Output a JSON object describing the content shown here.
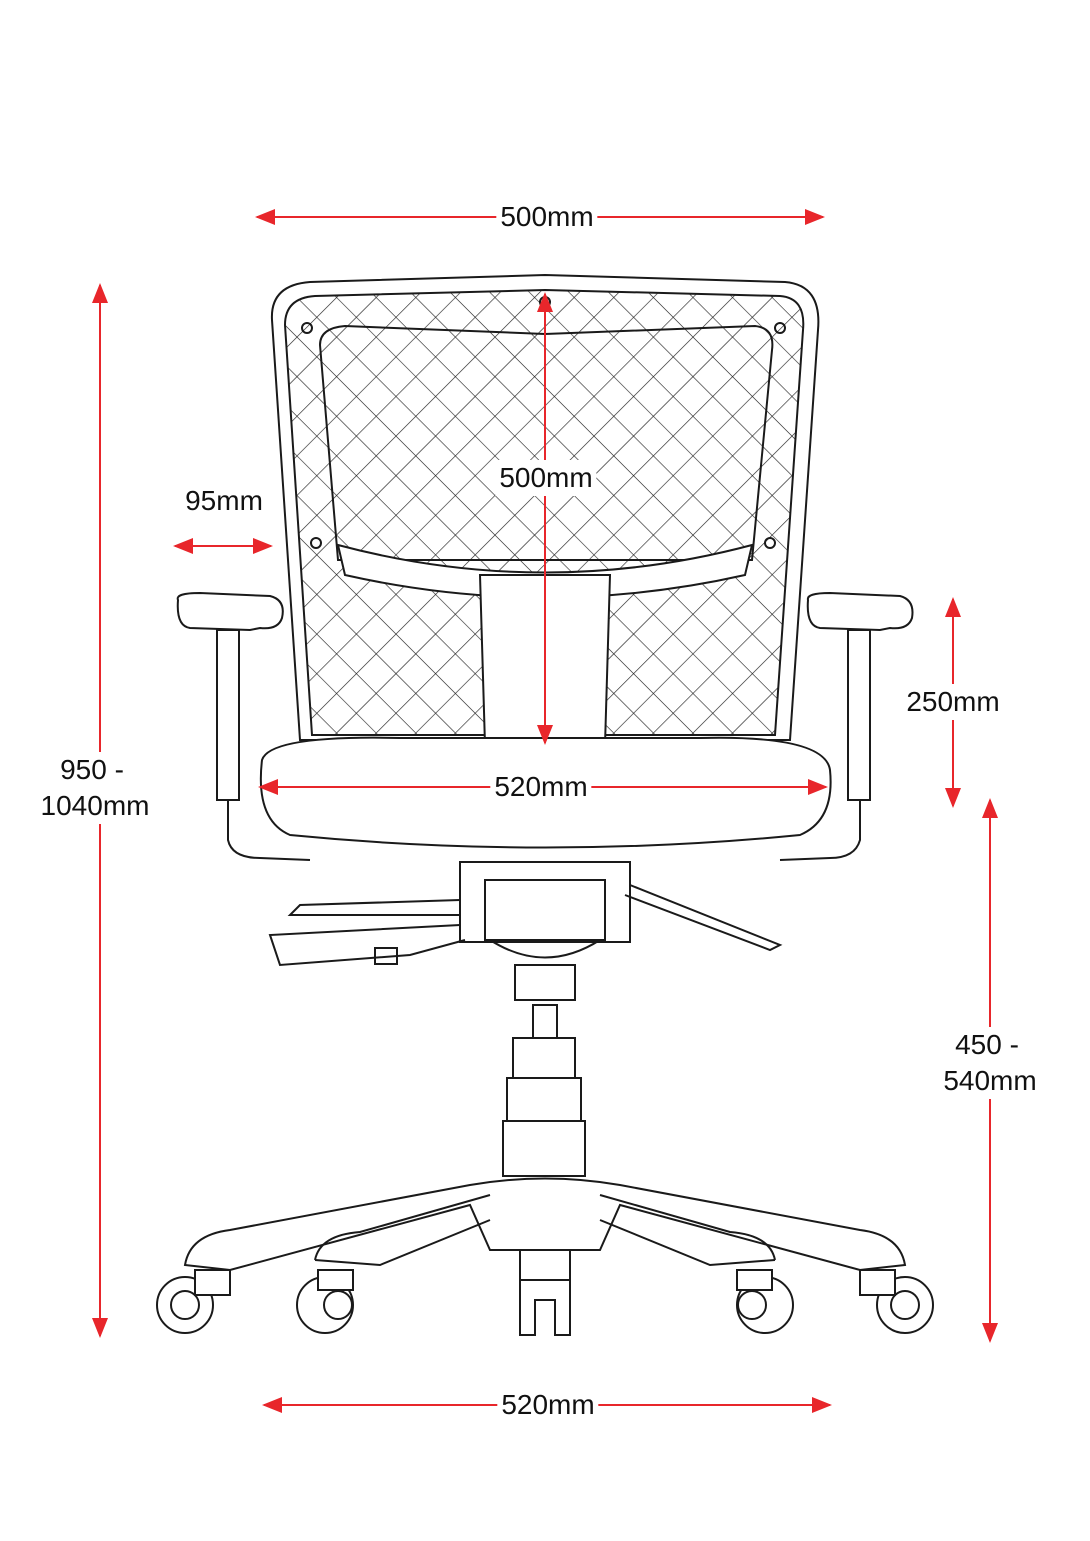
{
  "colors": {
    "dimension": "#e8262b",
    "line": "#1a1a1a"
  },
  "dimensions": {
    "backrest_width": "500mm",
    "backrest_height": "500mm",
    "lumbar_depth": "95mm",
    "armrest_height": "250mm",
    "seat_width": "520mm",
    "overall_height_line1": "950 -",
    "overall_height_line2": "1040mm",
    "seat_height_line1": "450 -",
    "seat_height_line2": "540mm",
    "base_width": "520mm"
  }
}
